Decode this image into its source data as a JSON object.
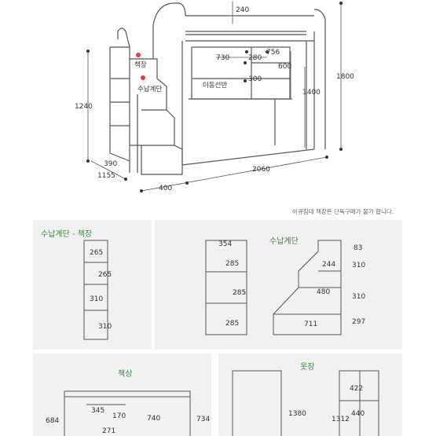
{
  "top": {
    "dims": {
      "d240": "240",
      "d1800": "1800",
      "d730": "730",
      "d280": "280",
      "d756": "756",
      "d600": "600",
      "d300": "300",
      "d1400": "1400",
      "d1240": "1240",
      "d390": "390",
      "d1155": "1155",
      "d2060": "2060",
      "d400": "400"
    },
    "labels": {
      "bookshelf": "책장",
      "stair_storage": "수납계단",
      "movable_shelf": "이동선반"
    },
    "note": "이큐침대 책장은 단독구매가 불가 합니다."
  },
  "panels": {
    "stair_bookshelf": {
      "title": "수납계단 - 책장",
      "dims": [
        "265",
        "265",
        "310",
        "310"
      ]
    },
    "stair_storage": {
      "title": "수납계단",
      "dims": [
        "354",
        "285",
        "285",
        "285",
        "83",
        "244",
        "310",
        "480",
        "310",
        "711",
        "297"
      ]
    },
    "desk": {
      "title": "책상",
      "dims": [
        "684",
        "345",
        "170",
        "740",
        "734",
        "271"
      ]
    },
    "wardrobe": {
      "title": "옷장",
      "dims": [
        "1380",
        "422",
        "440",
        "1312"
      ]
    }
  },
  "colors": {
    "accent_red": "#e23b3b",
    "title_green": "#3b8a3f",
    "panel_bg": "#f1f1f1",
    "line": "#555555"
  }
}
